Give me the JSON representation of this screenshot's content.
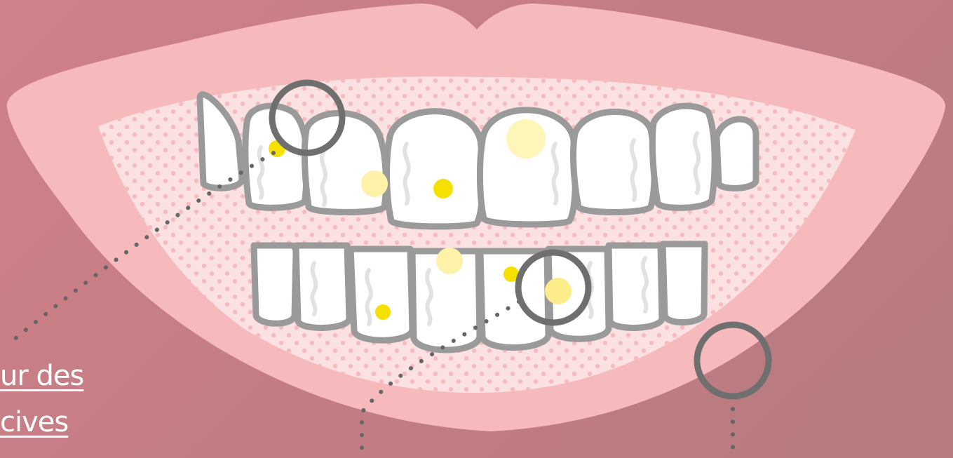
{
  "hotspot_link": {
    "line1": "ur des",
    "line2": "cives"
  },
  "colors": {
    "background": "#c97e86",
    "lips": "#f6babd",
    "gum_inner": "#fbe1e2",
    "tooth_fill": "#ffffff",
    "tooth_outline": "#9a9a9a",
    "tooth_detail": "#e2e2e2",
    "plaque_dot": "#f5e000",
    "plaque_dot_light": "#fdf6b8",
    "hotspot_ring": "#6f6f6f",
    "dotted_leader": "#666666",
    "link_text": "#ffffff"
  },
  "icons": [
    "hotspot-ring-icon",
    "dotted-leader-line"
  ]
}
